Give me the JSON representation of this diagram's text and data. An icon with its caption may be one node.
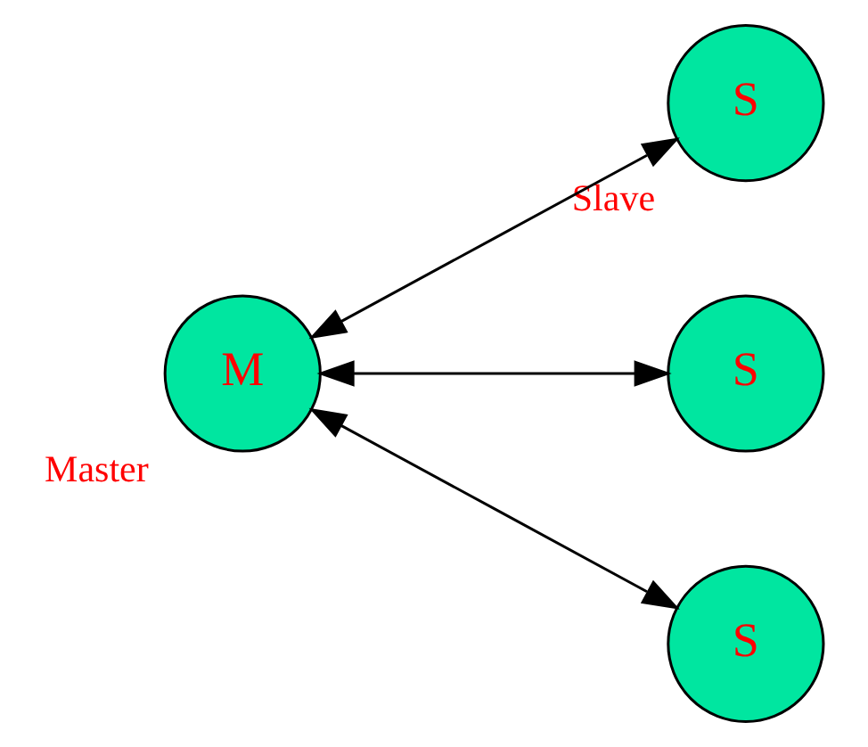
{
  "diagram": {
    "nodes": [
      {
        "text": [
          "M"
        ],
        "beside": [
          "Master"
        ]
      },
      {
        "text": [
          "S"
        ],
        "beside": [
          "Slave"
        ]
      },
      {
        "text": [
          "S"
        ]
      },
      {
        "text": [
          "S"
        ]
      }
    ],
    "edges": [
      {
        "from": 0,
        "to": 1,
        "arrow": "both"
      },
      {
        "from": 0,
        "to": 2,
        "arrow": "both"
      },
      {
        "from": 0,
        "to": 3,
        "arrow": "both"
      }
    ]
  }
}
